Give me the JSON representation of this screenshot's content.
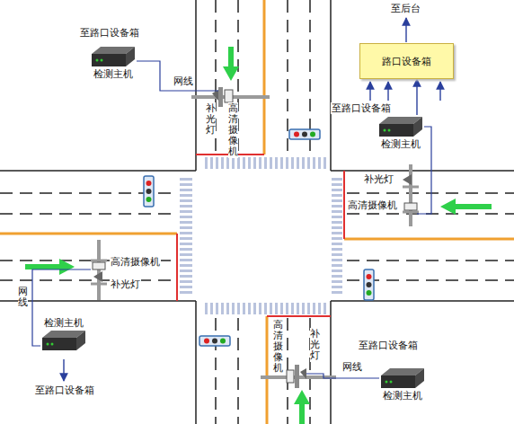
{
  "diagram": {
    "nodes": [
      {
        "text": [
          "路口设备箱"
        ]
      },
      {
        "text": [
          "检测主机"
        ]
      },
      {
        "text": [
          "检测主机"
        ]
      },
      {
        "text": [
          "检测主机"
        ]
      },
      {
        "text": [
          "检测主机"
        ]
      }
    ],
    "edges": [
      {
        "from": 2,
        "to": 0,
        "arrow": "to"
      }
    ],
    "labels": [
      "至后台",
      "至路口设备箱",
      "网线",
      "补光灯",
      "高清摄像机",
      "至路口设备箱",
      "补光灯",
      "高清摄像机",
      "高清摄像机",
      "补光灯",
      "网线",
      "至路口设备箱",
      "高清摄像机",
      "补光灯",
      "至路口设备箱",
      "网线"
    ]
  }
}
